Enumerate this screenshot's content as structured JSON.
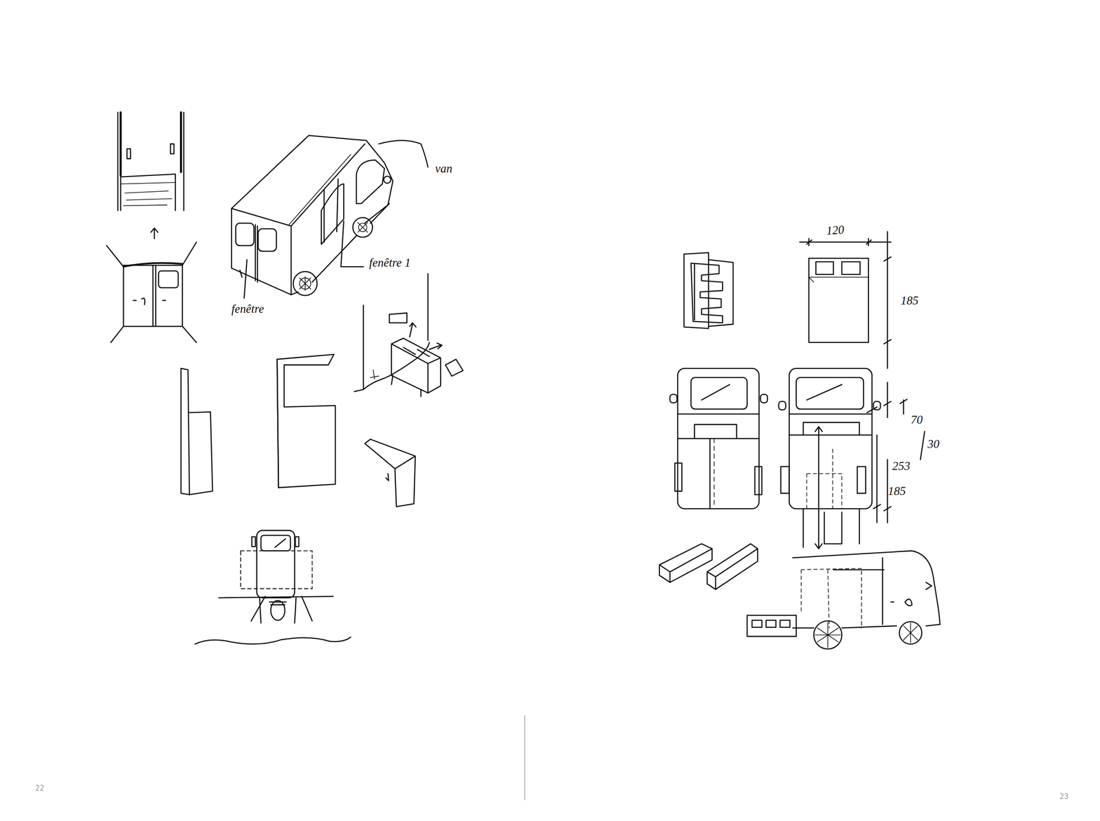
{
  "diagram": {
    "labels": [
      "van",
      "fenêtre 1",
      "fenêtre",
      "120",
      "185",
      "70",
      "30",
      "253",
      "185",
      "22",
      "23"
    ]
  }
}
